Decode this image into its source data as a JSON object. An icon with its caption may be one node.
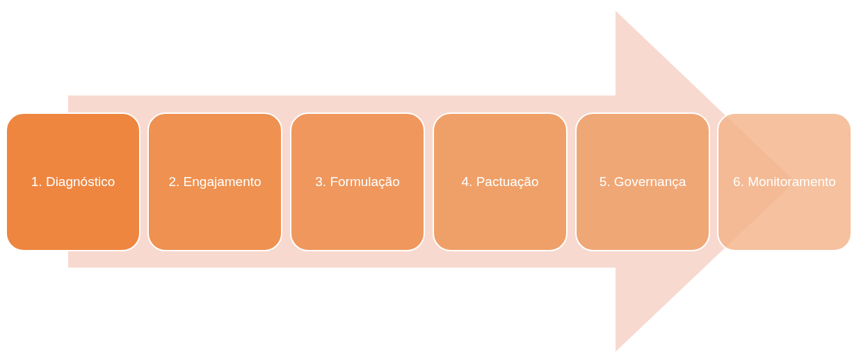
{
  "diagram": {
    "nodes": [
      {
        "text": [
          "1. Diagnóstico"
        ]
      },
      {
        "text": [
          "2. Engajamento"
        ]
      },
      {
        "text": [
          "3. Formulação"
        ]
      },
      {
        "text": [
          "4. Pactuação"
        ]
      },
      {
        "text": [
          "5. Governança"
        ]
      },
      {
        "text": [
          "6. Monitoramento"
        ]
      }
    ],
    "edges": [
      {
        "from": 0,
        "to": 5,
        "arrow": "to"
      }
    ]
  }
}
